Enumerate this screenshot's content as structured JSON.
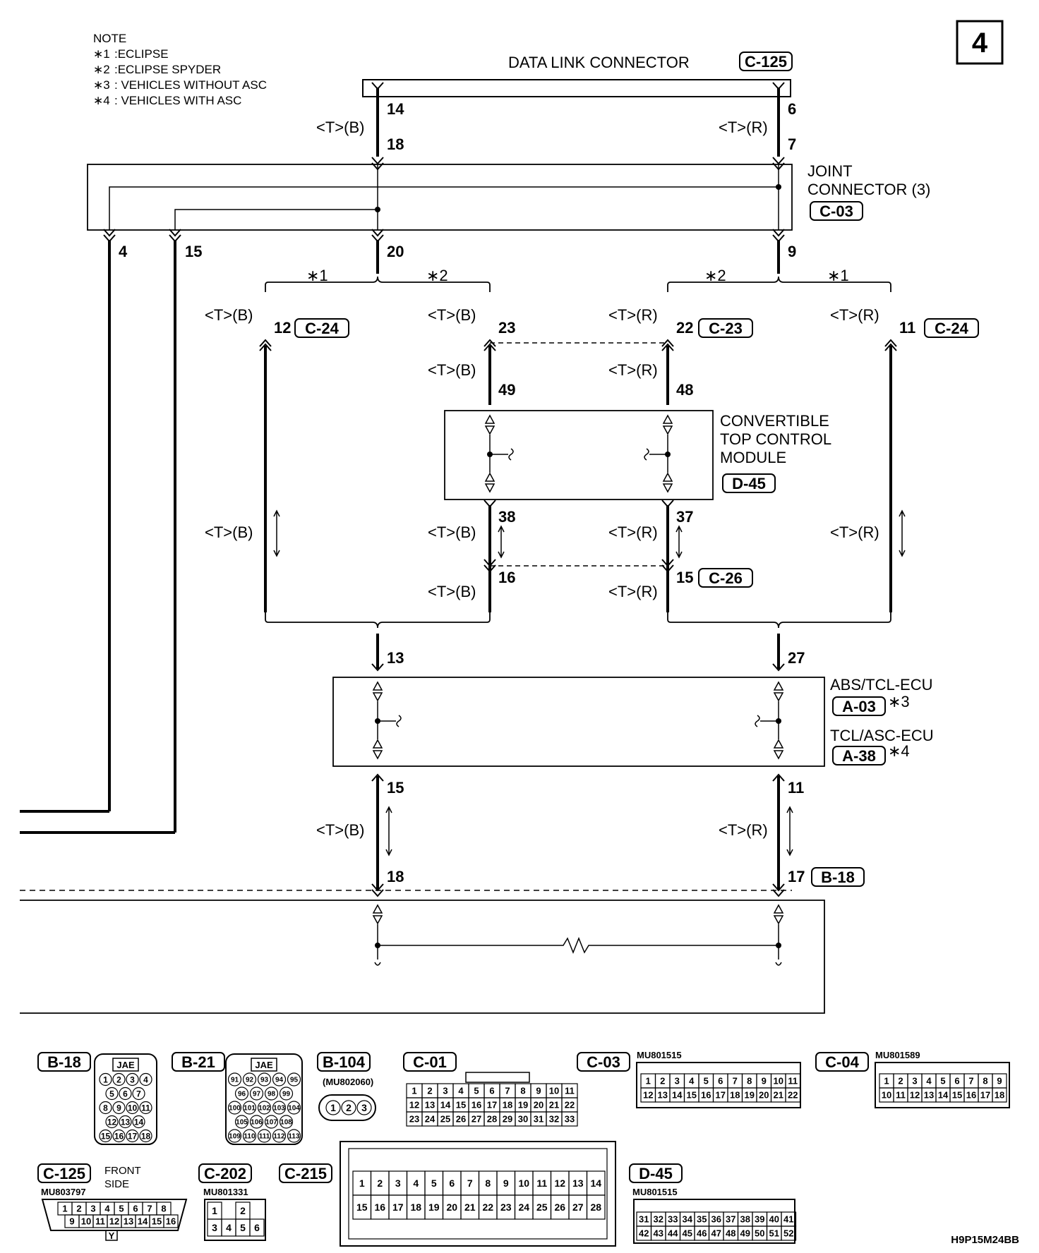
{
  "page": {
    "number": "4",
    "code": "H9P15M24BB"
  },
  "notes": {
    "heading": "NOTE",
    "items": [
      {
        "mark": "∗1",
        "text": ":ECLIPSE"
      },
      {
        "mark": "∗2",
        "text": ":ECLIPSE SPYDER"
      },
      {
        "mark": "∗3",
        "text": ": VEHICLES WITHOUT ASC"
      },
      {
        "mark": "∗4",
        "text": ": VEHICLES WITH ASC"
      }
    ]
  },
  "components": {
    "dlc": {
      "name": "DATA LINK CONNECTOR",
      "connector": "C-125"
    },
    "joint": {
      "line1": "JOINT",
      "line2": "CONNECTOR (3)",
      "connector": "C-03"
    },
    "convertible": {
      "line1": "CONVERTIBLE",
      "line2": "TOP CONTROL",
      "line3": "MODULE",
      "connector": "D-45"
    },
    "abs": {
      "name1": "ABS/TCL-ECU",
      "connector1": "A-03",
      "mark1": "∗3",
      "name2": "TCL/ASC-ECU",
      "connector2": "A-38",
      "mark2": "∗4"
    }
  },
  "wires": {
    "b": "<T>(B)",
    "r": "<T>(R)"
  },
  "pins": {
    "p14": "14",
    "p6": "6",
    "p18a": "18",
    "p7": "7",
    "p4": "4",
    "p15a": "15",
    "p20": "20",
    "p9": "9",
    "p12": "12",
    "p23": "23",
    "p22": "22",
    "p11a": "11",
    "p49": "49",
    "p48": "48",
    "p38": "38",
    "p37": "37",
    "p16": "16",
    "p15b": "15",
    "p13": "13",
    "p27": "27",
    "p15c": "15",
    "p11b": "11",
    "p18b": "18",
    "p17": "17"
  },
  "connectors": {
    "c24a": "C-24",
    "c23": "C-23",
    "c24b": "C-24",
    "c26": "C-26",
    "b18": "B-18"
  },
  "marks": {
    "s1": "∗1",
    "s2": "∗2"
  },
  "legend": {
    "b18": {
      "id": "B-18",
      "brand": "JAE",
      "rows": [
        [
          "1",
          "2",
          "3",
          "4"
        ],
        [
          "5",
          "6",
          "7"
        ],
        [
          "8",
          "9",
          "10",
          "11"
        ],
        [
          "12",
          "13",
          "14"
        ],
        [
          "15",
          "16",
          "17",
          "18"
        ]
      ]
    },
    "b21": {
      "id": "B-21",
      "brand": "JAE",
      "rows": [
        [
          "91",
          "92",
          "93",
          "94",
          "95"
        ],
        [
          "96",
          "97",
          "98",
          "99"
        ],
        [
          "100",
          "101",
          "102",
          "103",
          "104"
        ],
        [
          "105",
          "106",
          "107",
          "108"
        ],
        [
          "109",
          "110",
          "111",
          "112",
          "113"
        ]
      ]
    },
    "b104": {
      "id": "B-104",
      "part": "(MU802060)",
      "pins": [
        "1",
        "2",
        "3"
      ]
    },
    "c01": {
      "id": "C-01",
      "rows": [
        [
          "1",
          "2",
          "3",
          "4",
          "5",
          "6",
          "7",
          "8",
          "9",
          "10",
          "11"
        ],
        [
          "12",
          "13",
          "14",
          "15",
          "16",
          "17",
          "18",
          "19",
          "20",
          "21",
          "22"
        ],
        [
          "23",
          "24",
          "25",
          "26",
          "27",
          "28",
          "29",
          "30",
          "31",
          "32",
          "33"
        ]
      ]
    },
    "c03": {
      "id": "C-03",
      "part": "MU801515",
      "rows": [
        [
          "1",
          "2",
          "3",
          "4",
          "5",
          "6",
          "7",
          "8",
          "9",
          "10",
          "11"
        ],
        [
          "12",
          "13",
          "14",
          "15",
          "16",
          "17",
          "18",
          "19",
          "20",
          "21",
          "22"
        ]
      ]
    },
    "c04": {
      "id": "C-04",
      "part": "MU801589",
      "rows": [
        [
          "1",
          "2",
          "3",
          "4",
          "5",
          "6",
          "7",
          "8",
          "9"
        ],
        [
          "10",
          "11",
          "12",
          "13",
          "14",
          "15",
          "16",
          "17",
          "18"
        ]
      ]
    },
    "c125": {
      "id": "C-125",
      "front": "FRONT",
      "side": "SIDE",
      "part": "MU803797",
      "rows": [
        [
          "1",
          "2",
          "3",
          "4",
          "5",
          "6",
          "7",
          "8"
        ],
        [
          "9",
          "10",
          "11",
          "12",
          "13",
          "14",
          "15",
          "16"
        ]
      ],
      "key": "Y"
    },
    "c202": {
      "id": "C-202",
      "part": "MU801331",
      "rows": [
        [
          "1",
          "",
          "2"
        ],
        [
          "3",
          "4",
          "5",
          "6"
        ]
      ]
    },
    "c215": {
      "id": "C-215",
      "rows": [
        [
          "1",
          "2",
          "3",
          "4",
          "5",
          "6",
          "7",
          "8",
          "9",
          "10",
          "11",
          "12",
          "13",
          "14"
        ],
        [
          "15",
          "16",
          "17",
          "18",
          "19",
          "20",
          "21",
          "22",
          "23",
          "24",
          "25",
          "26",
          "27",
          "28"
        ]
      ]
    },
    "d45": {
      "id": "D-45",
      "part": "MU801515",
      "rows": [
        [
          "31",
          "32",
          "33",
          "34",
          "35",
          "36",
          "37",
          "38",
          "39",
          "40",
          "41"
        ],
        [
          "42",
          "43",
          "44",
          "45",
          "46",
          "47",
          "48",
          "49",
          "50",
          "51",
          "52"
        ]
      ]
    }
  }
}
